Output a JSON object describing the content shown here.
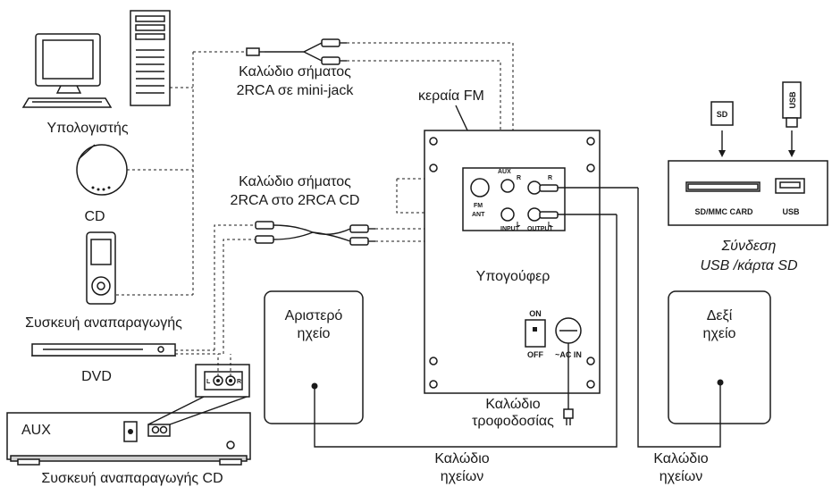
{
  "labels": {
    "computer": "Υπολογιστής",
    "cd": "CD",
    "player": "Συσκευή αναπαραγωγής",
    "dvd": "DVD",
    "aux": "AUX",
    "cd_player": "Συσκευή αναπαραγωγής CD",
    "cable_mini_1": "Καλώδιο σήματος",
    "cable_mini_2": "2RCA σε mini-jack",
    "cable_rca_1": "Καλώδιο σήματος",
    "cable_rca_2": "2RCA στο 2RCA CD",
    "fm_antenna": "κεραία FM",
    "subwoofer": "Υπογούφερ",
    "power_1": "Καλώδιο",
    "power_2": "τροφοδοσίας",
    "left_speaker_1": "Αριστερό",
    "left_speaker_2": "ηχείο",
    "right_speaker_1": "Δεξί",
    "right_speaker_2": "ηχείο",
    "speaker_cable_a_1": "Καλώδιο",
    "speaker_cable_a_2": "ηχείων",
    "speaker_cable_b_1": "Καλώδιο",
    "speaker_cable_b_2": "ηχείων",
    "usb_sd_1": "Σύνδεση",
    "usb_sd_2": "USB /κάρτα SD"
  },
  "panel": {
    "fm": "FM",
    "ant": "ANT",
    "aux": "AUX",
    "input": "INPUT",
    "output": "OUTPUT",
    "r_in": "R",
    "l_in": "L",
    "r_out": "R",
    "l_out": "L",
    "on": "ON",
    "off": "OFF",
    "acin": "~AC IN",
    "sd_card": "SD/MMC CARD",
    "usb": "USB",
    "sd_tag": "SD",
    "usb_tag": "USB",
    "cd_l": "L",
    "cd_r": "R"
  }
}
